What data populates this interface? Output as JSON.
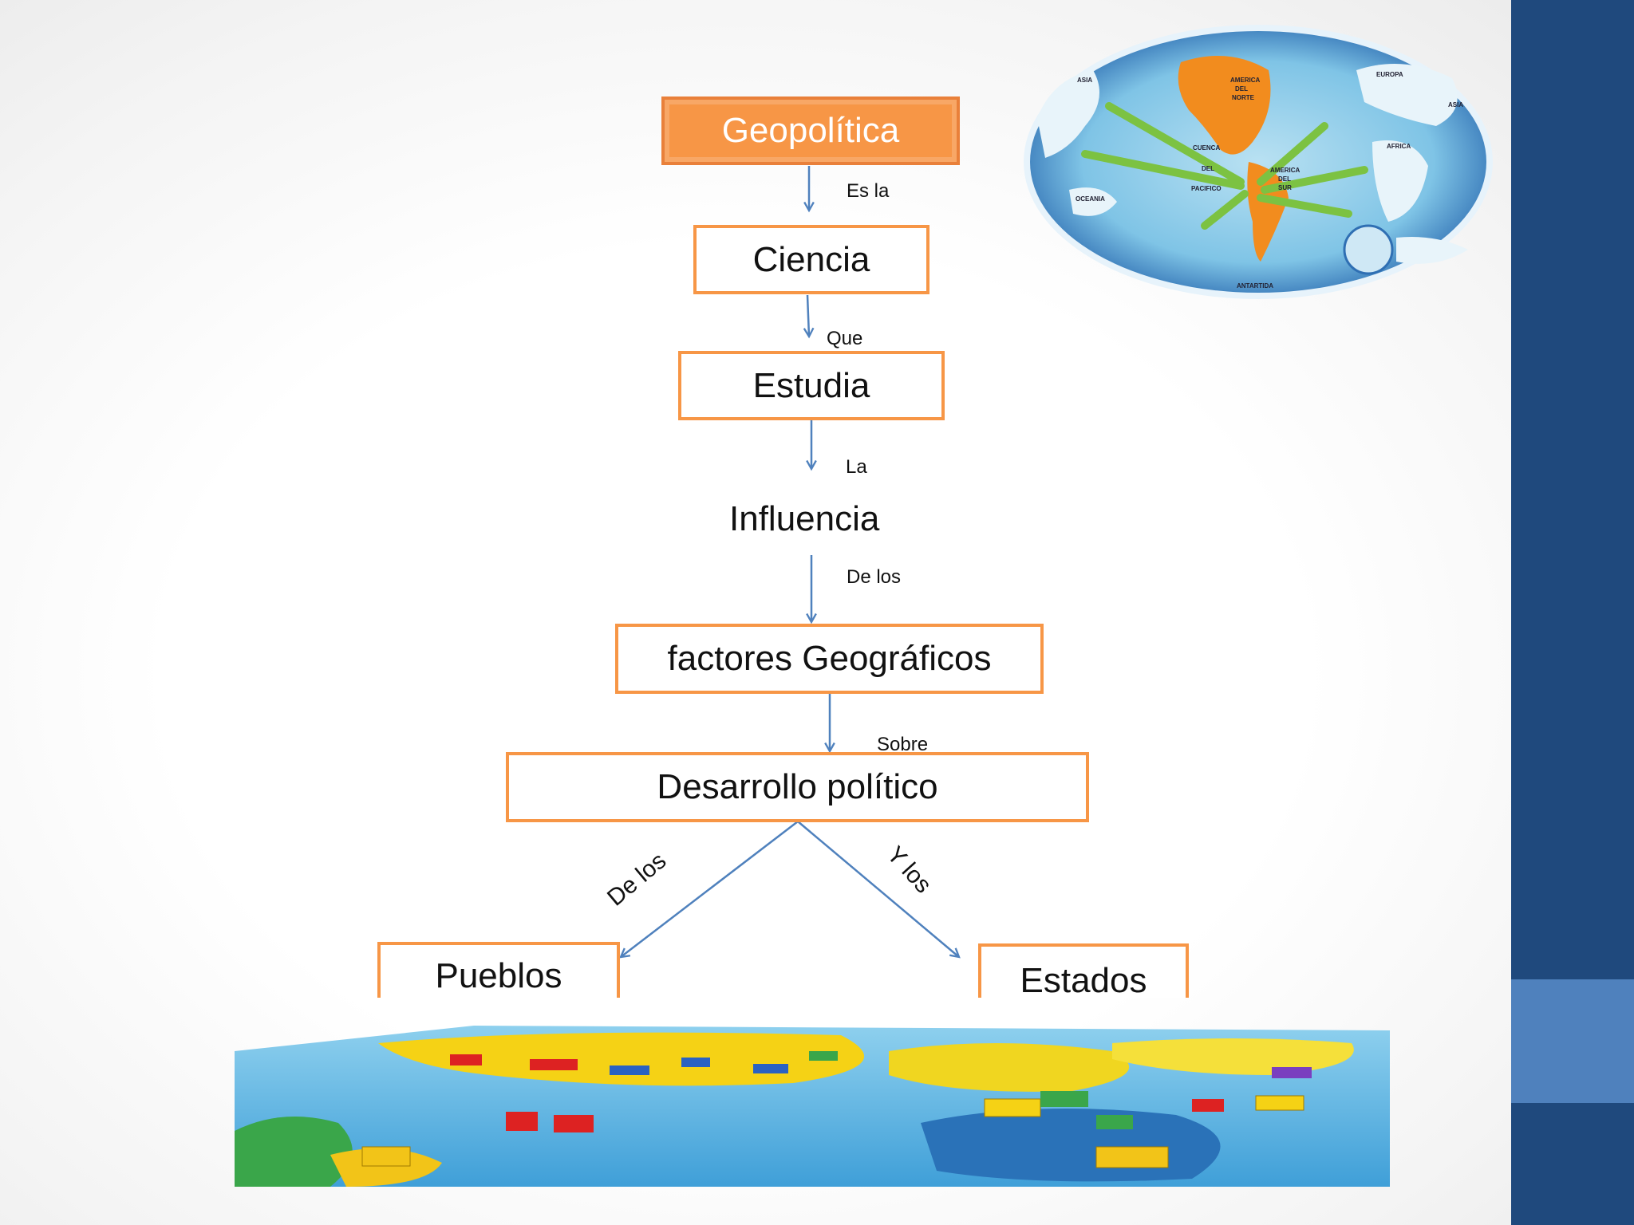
{
  "diagram": {
    "nodes": {
      "geopolitica": "Geopolítica",
      "ciencia": "Ciencia",
      "estudia": "Estudia",
      "influencia": "Influencia",
      "factores": "factores Geográficos",
      "desarrollo": "Desarrollo político",
      "pueblos": "Pueblos",
      "estados": "Estados"
    },
    "edges": {
      "es_la": "Es la",
      "que": "Que",
      "la": "La",
      "de_los_1": "De los",
      "sobre": "Sobre",
      "de_los_2": "De los",
      "y_los": "Y los"
    }
  },
  "world_map": {
    "labels": {
      "asia_left": "ASIA",
      "america_norte_1": "AMERICA",
      "america_norte_2": "DEL",
      "america_norte_3": "NORTE",
      "europa": "EUROPA",
      "asia_right": "ASIA",
      "africa": "AFRICA",
      "cuenca": "CUENCA",
      "del": "DEL",
      "pacifico": "PACIFICO",
      "oceania": "OCEANIA",
      "america_sur_1": "AMERICA",
      "america_sur_2": "DEL",
      "america_sur_3": "SUR",
      "antartida": "ANTARTIDA"
    }
  },
  "colors": {
    "accent_orange": "#f79646",
    "arrow_blue": "#4f81bd",
    "sidebar_dark": "#1f497d",
    "sidebar_light": "#4f81bd"
  }
}
